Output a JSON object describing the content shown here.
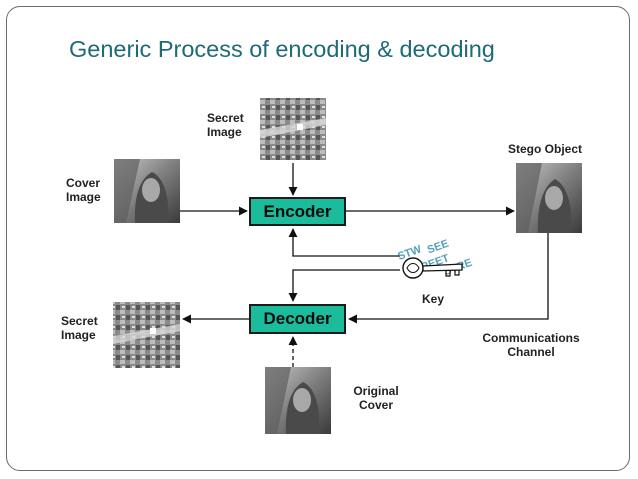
{
  "title": "Generic Process of encoding & decoding",
  "labels": {
    "secret_image_top": [
      "Secret",
      "Image"
    ],
    "cover_image": [
      "Cover",
      "Image"
    ],
    "stego_object": "Stego Object",
    "secret_image_bottom": [
      "Secret",
      "Image"
    ],
    "key": "Key",
    "communications_channel": [
      "Communications",
      "Channel"
    ],
    "original_cover": [
      "Original",
      "Cover"
    ]
  },
  "boxes": {
    "encoder": "Encoder",
    "decoder": "Decoder"
  },
  "colors": {
    "title": "#1f6a7a",
    "box_fill": "#1abc9c",
    "key_stamp": "#3a8fb0"
  },
  "icons": {
    "key": "key-icon",
    "cover_photo": "portrait-photo",
    "secret_photo": "aerial-photo"
  }
}
